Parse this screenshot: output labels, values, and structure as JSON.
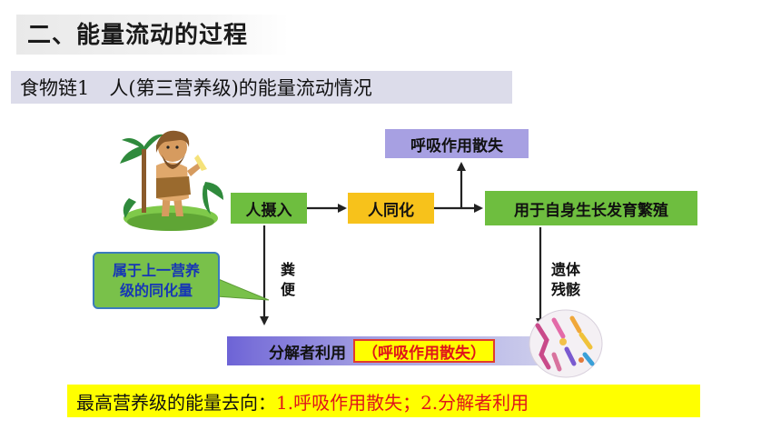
{
  "section_title": "二、能量流动的过程",
  "subtitle": {
    "chain": "食物链1",
    "desc": "人(第三营养级)的能量流动情况"
  },
  "nodes": {
    "intake": "人摄入",
    "assimilation": "人同化",
    "respiration": "呼吸作用散失",
    "growth": "用于自身生长发育繁殖",
    "decomposer": "分解者利用",
    "decomposer_note": "（呼吸作用散失）"
  },
  "edge_labels": {
    "feces": [
      "粪",
      "便"
    ],
    "remains": [
      "遗体",
      "残骸"
    ]
  },
  "callout": [
    "属于上一营养",
    "级的同化量"
  ],
  "summary": {
    "label": "最高营养级的能量去向：",
    "value": "1.呼吸作用散失；2.分解者利用"
  },
  "colors": {
    "green": "#6ebe3f",
    "yellow": "#f7c21b",
    "violet": "#a7a0e2",
    "red": "#e0141a"
  }
}
